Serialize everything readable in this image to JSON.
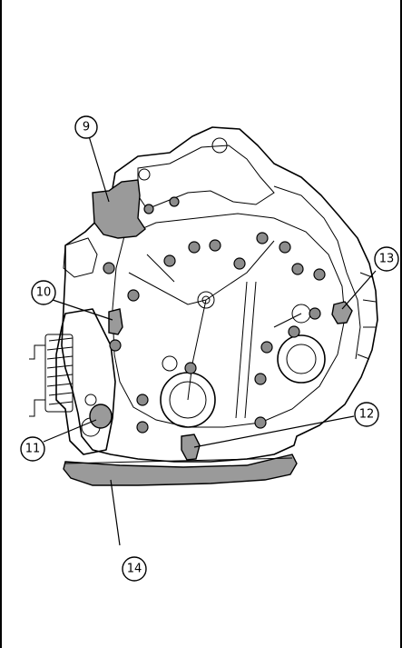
{
  "callouts": [
    {
      "id": "9",
      "label": "9"
    },
    {
      "id": "10",
      "label": "10"
    },
    {
      "id": "11",
      "label": "11"
    },
    {
      "id": "12",
      "label": "12"
    },
    {
      "id": "13",
      "label": "13"
    },
    {
      "id": "14",
      "label": "14"
    }
  ],
  "colors": {
    "ink": "#000000",
    "shade": "#9a9a9a",
    "background": "#ffffff"
  }
}
